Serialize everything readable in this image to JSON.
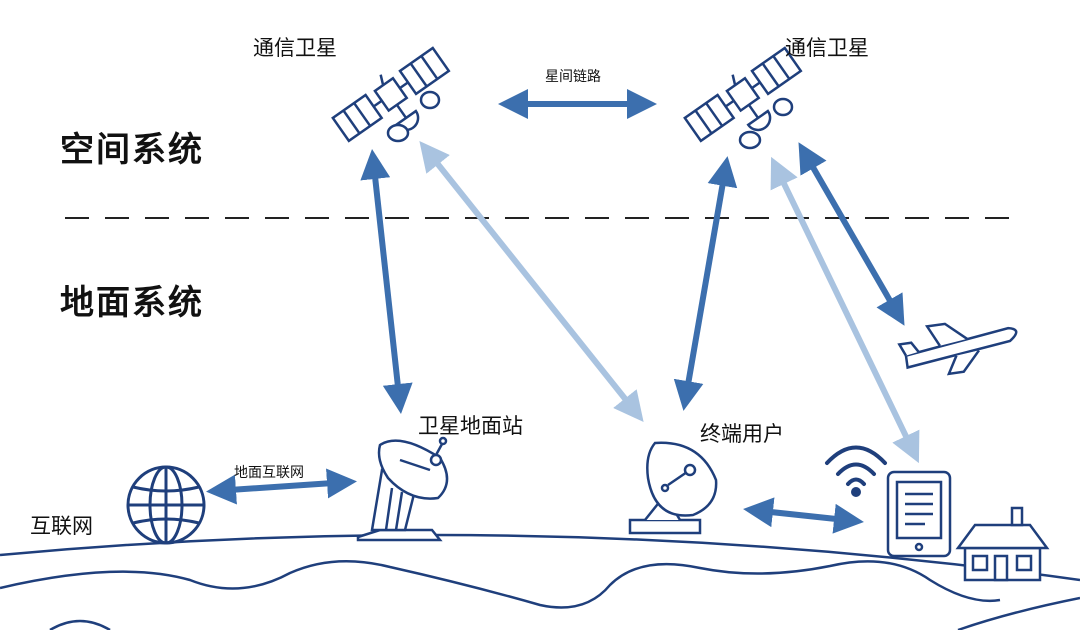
{
  "sections": {
    "space": "空间系统",
    "ground": "地面系统"
  },
  "labels": {
    "satellite_left": "通信卫星",
    "satellite_right": "通信卫星",
    "inter_satellite_link": "星间链路",
    "ground_station": "卫星地面站",
    "terminal_user": "终端用户",
    "internet": "互联网",
    "ground_internet": "地面互联网"
  },
  "colors": {
    "outline": "#1f3f7c",
    "link_dark": "#3c6fae",
    "link_light": "#a9c3e0",
    "divider": "#222222"
  }
}
